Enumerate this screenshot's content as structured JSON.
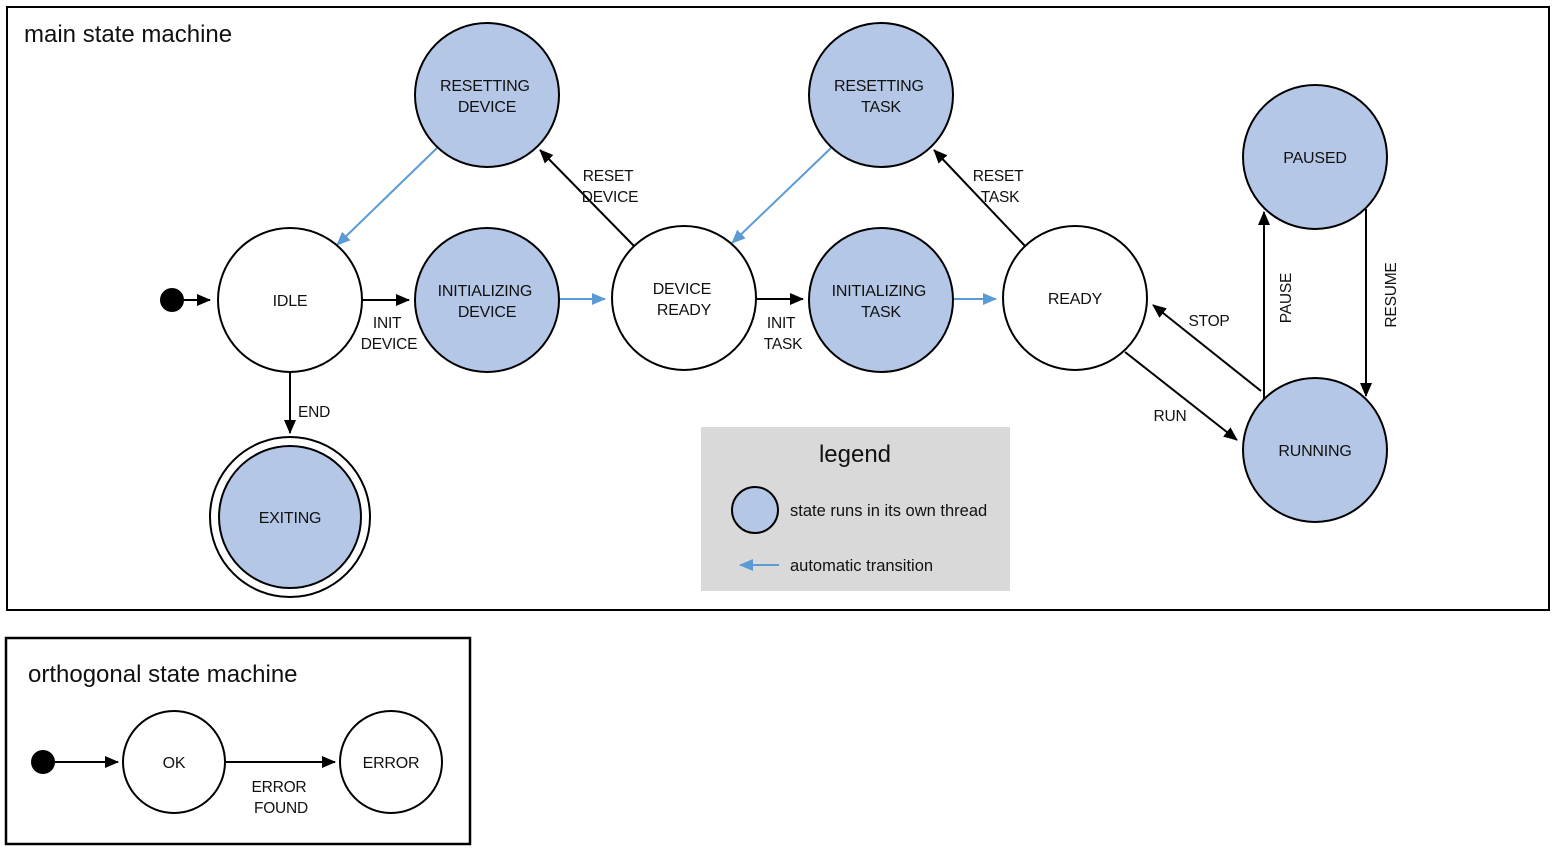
{
  "colors": {
    "state_fill": "#b4c7e7",
    "auto_transition": "#5b9bd5",
    "legend_bg": "#d9d9d9",
    "ink": "#000000"
  },
  "main": {
    "title": "main state machine",
    "states": {
      "idle": {
        "label": "IDLE"
      },
      "resetting_device": {
        "line1": "RESETTING",
        "line2": "DEVICE"
      },
      "initializing_device": {
        "line1": "INITIALIZING",
        "line2": "DEVICE"
      },
      "device_ready": {
        "line1": "DEVICE",
        "line2": "READY"
      },
      "resetting_task": {
        "line1": "RESETTING",
        "line2": "TASK"
      },
      "initializing_task": {
        "line1": "INITIALIZING",
        "line2": "TASK"
      },
      "ready": {
        "label": "READY"
      },
      "paused": {
        "label": "PAUSED"
      },
      "running": {
        "label": "RUNNING"
      },
      "exiting": {
        "label": "EXITING"
      }
    },
    "transitions": {
      "init_device": {
        "line1": "INIT",
        "line2": "DEVICE"
      },
      "reset_device": {
        "line1": "RESET",
        "line2": "DEVICE"
      },
      "init_task": {
        "line1": "INIT",
        "line2": "TASK"
      },
      "reset_task": {
        "line1": "RESET",
        "line2": "TASK"
      },
      "end": {
        "label": "END"
      },
      "run": {
        "label": "RUN"
      },
      "stop": {
        "label": "STOP"
      },
      "pause": {
        "label": "PAUSE"
      },
      "resume": {
        "label": "RESUME"
      }
    }
  },
  "legend": {
    "title": "legend",
    "thread_label": "state runs in its own thread",
    "auto_label": "automatic transition"
  },
  "orthogonal": {
    "title": "orthogonal state machine",
    "states": {
      "ok": {
        "label": "OK"
      },
      "error": {
        "label": "ERROR"
      }
    },
    "transitions": {
      "error_found": {
        "line1": "ERROR",
        "line2": "FOUND"
      }
    }
  }
}
